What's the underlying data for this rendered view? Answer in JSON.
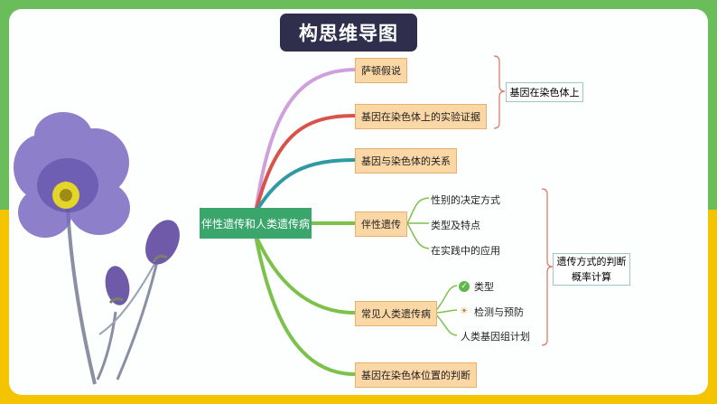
{
  "title": "构思维导图",
  "center": "伴性遗传和人类遗传病",
  "branches": {
    "b1": "萨顿假说",
    "b2": "基因在染色体上的实验证据",
    "b3": "基因与染色体的关系",
    "b4": "伴性遗传",
    "b5": "常见人类遗传病",
    "b6": "基因在染色体位置的判断"
  },
  "summary_top": "基因在染色体上",
  "sub4": [
    "性别的决定方式",
    "类型及特点",
    "在实践中的应用"
  ],
  "sub5": [
    "类型",
    "检测与预防",
    "人类基因组计划"
  ],
  "summary_right_line1": "遗传方式的判断",
  "summary_right_line2": "概率计算",
  "colors": {
    "branch1": "#cfa0dc",
    "branch2": "#d9534a",
    "branch3": "#2f9aa4",
    "branch_green": "#7cc24a",
    "center": "#3aa66c",
    "title_bg": "#2f2f4d"
  },
  "icons": [
    "check-icon",
    "bulb-icon",
    "flower-illustration"
  ]
}
